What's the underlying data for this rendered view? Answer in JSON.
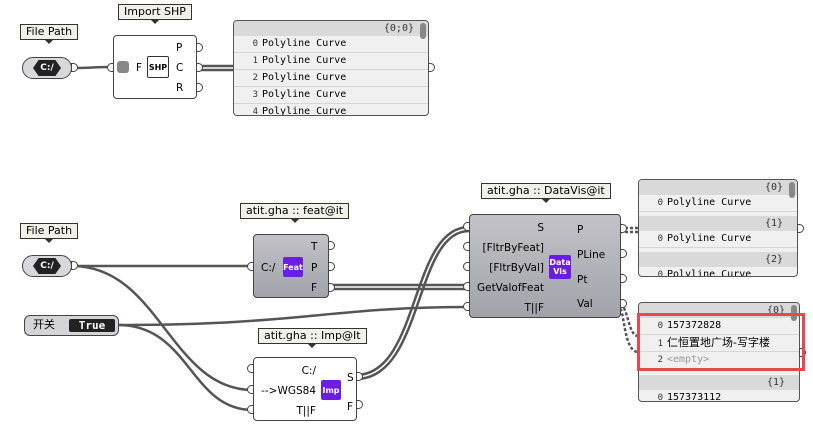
{
  "top": {
    "file_path_label": "File Path",
    "file_path_icon_text": "C:/",
    "import_shp": {
      "title": "Import SHP",
      "input": "F",
      "icon_text": "SHP",
      "outputs": [
        "P",
        "C",
        "R"
      ]
    },
    "panel": {
      "path": "{0;0}",
      "rows": [
        {
          "i": "0",
          "t": "Polyline Curve"
        },
        {
          "i": "1",
          "t": "Polyline Curve"
        },
        {
          "i": "2",
          "t": "Polyline Curve"
        },
        {
          "i": "3",
          "t": "Polyline Curve"
        },
        {
          "i": "4",
          "t": "Polyline Curve"
        }
      ]
    }
  },
  "bottom": {
    "file_path_label": "File Path",
    "file_path_icon_text": "C:/",
    "toggle": {
      "label": "开关",
      "value": "True"
    },
    "feat": {
      "title": "atit.gha :: feat@it",
      "input": "C:/",
      "icon_text": "Feat",
      "outputs": [
        "T",
        "P",
        "F"
      ]
    },
    "imp": {
      "title": "atit.gha :: Imp@It",
      "inputs": [
        "C:/",
        "-->WGS84",
        "T||F"
      ],
      "icon_text": "Imp",
      "outputs": [
        "S",
        "F"
      ]
    },
    "datavis": {
      "title": "atit.gha :: DataVis@it",
      "inputs": [
        "S",
        "[FltrByFeat]",
        "[FltrByVal]",
        "GetValofFeat",
        "T||F"
      ],
      "icon_line1": "Data",
      "icon_line2": "Vis",
      "outputs": [
        "P",
        "PLine",
        "Pt",
        "Val"
      ]
    },
    "panel_geom": {
      "groups": [
        {
          "path": "{0}",
          "i": "0",
          "t": "Polyline Curve"
        },
        {
          "path": "{1}",
          "i": "0",
          "t": "Polyline Curve"
        },
        {
          "path": "{2}",
          "i": "0",
          "t": "Polyline Curve"
        }
      ]
    },
    "panel_val": {
      "path0": "{0}",
      "rows": [
        {
          "i": "0",
          "t": "157372828"
        },
        {
          "i": "1",
          "t": "仁恒置地广场-写字楼"
        },
        {
          "i": "2",
          "t": "<empty>"
        }
      ],
      "path1": "{1}",
      "row1": {
        "i": "0",
        "t": "157373112"
      }
    }
  },
  "colors": {
    "highlight": "#e5484d",
    "component_icon": "#6b1de6"
  }
}
